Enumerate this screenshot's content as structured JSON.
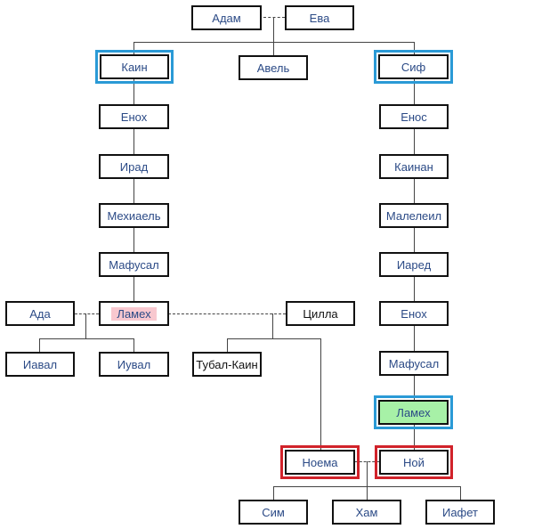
{
  "people": {
    "adam": "Адам",
    "eva": "Ева",
    "kain": "Каин",
    "avel": "Авель",
    "sif": "Сиф",
    "enoh_kain": "Енох",
    "irad": "Ирад",
    "mehiael": "Мехиаель",
    "mafusal_kain": "Мафусал",
    "lameh_kain": "Ламех",
    "ada": "Ада",
    "cilla": "Цилла",
    "iaval": "Иавал",
    "iuval": "Иувал",
    "tubal_kain": "Тубал-Каин",
    "noema": "Ноема",
    "enos": "Енос",
    "kainan": "Каинан",
    "maleleil": "Малелеил",
    "iared": "Иаред",
    "enoh_sif": "Енох",
    "mafusal_sif": "Мафусал",
    "lameh_sif": "Ламех",
    "noy": "Ной",
    "sim": "Сим",
    "ham": "Хам",
    "iafet": "Иафет"
  },
  "colors": {
    "blue_highlight": "#2a9ad6",
    "red_highlight": "#d1222a",
    "green_fill": "#a7f1a7",
    "pink_highlight": "#f8c8cf",
    "name_text": "#2b4a86"
  }
}
